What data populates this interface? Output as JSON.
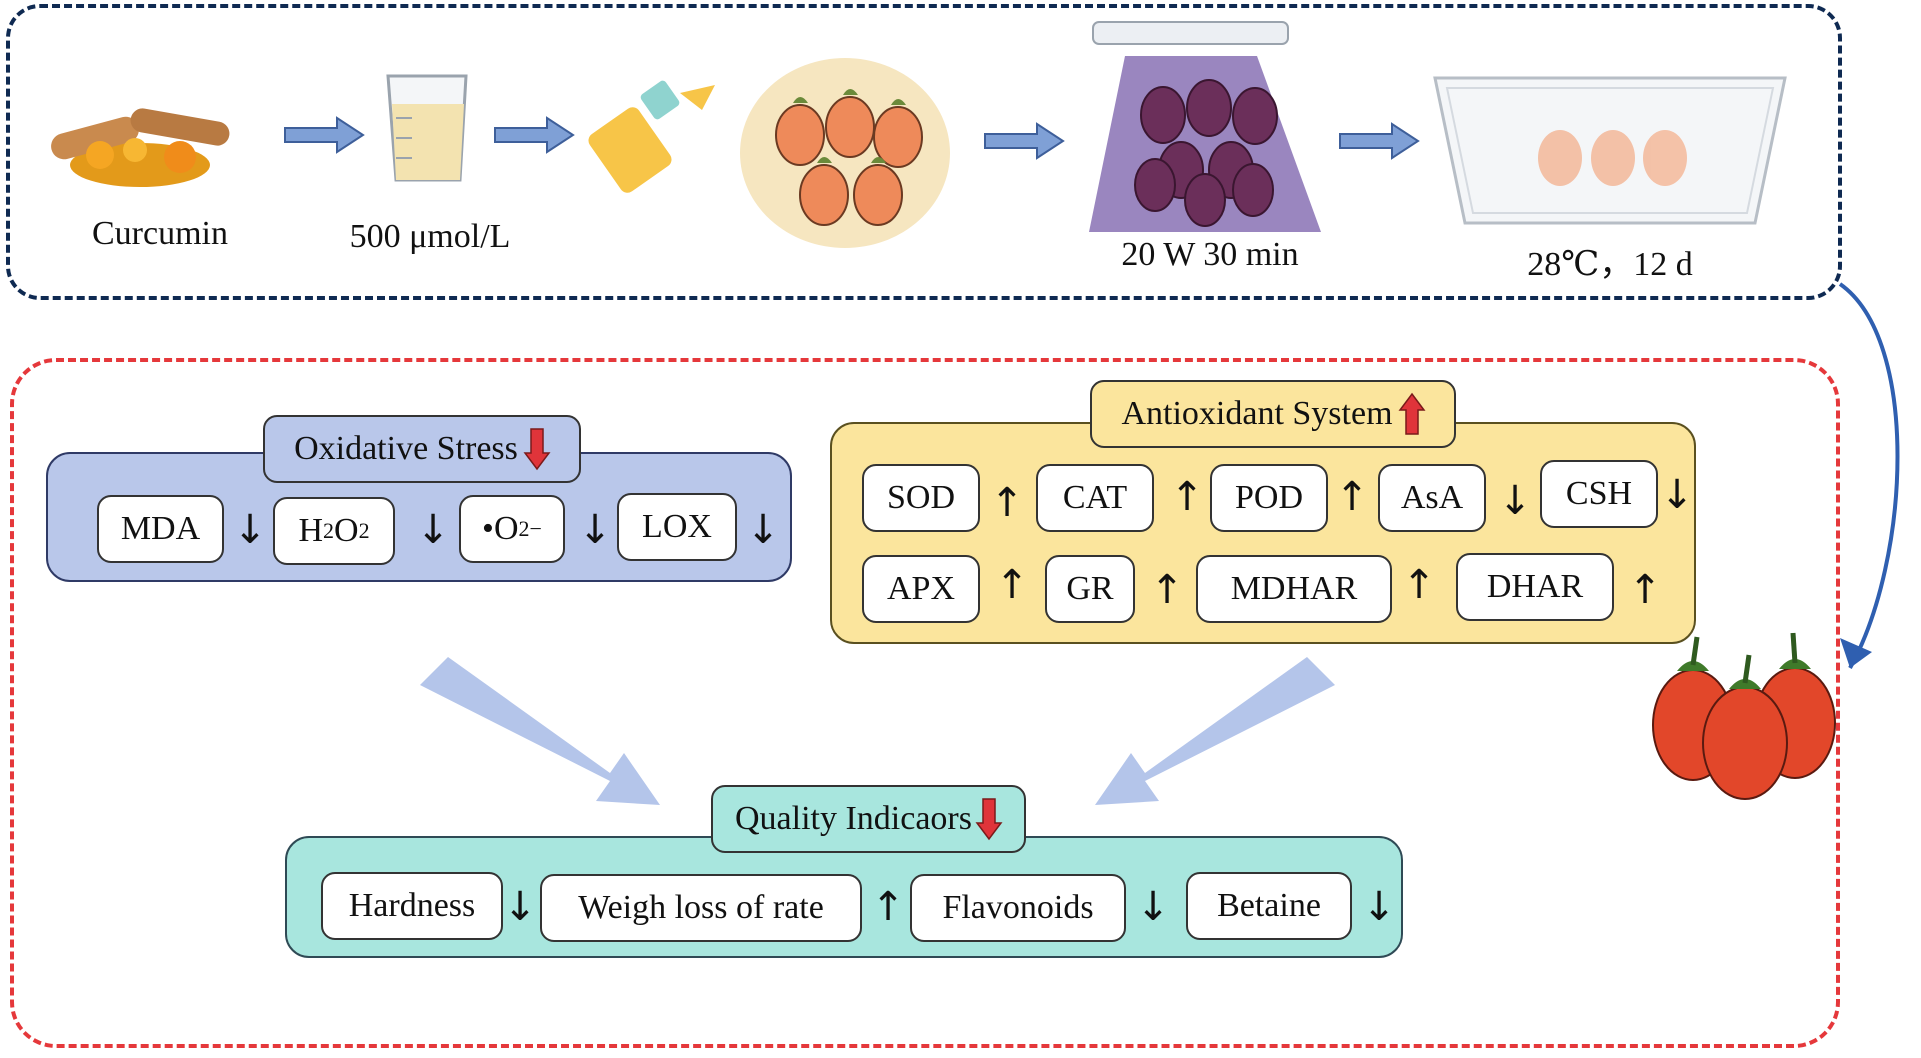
{
  "process": {
    "steps": [
      {
        "label": "Curcumin"
      },
      {
        "label": "500 μmol/L"
      },
      {
        "label": ""
      },
      {
        "label": "20 W 30 min"
      },
      {
        "label": "28℃，12 d"
      }
    ]
  },
  "oxidative_stress": {
    "title": "Oxidative Stress",
    "title_trend": "down",
    "items": [
      {
        "label": "MDA",
        "trend": "↓"
      },
      {
        "label_main": "H",
        "label_sub1": "2",
        "label_mid": "O",
        "label_sub2": "2",
        "trend": "↓"
      },
      {
        "label_main": "•O",
        "label_sub1": "2",
        "label_sup": "−",
        "trend": "↓"
      },
      {
        "label": "LOX",
        "trend": "↓"
      }
    ]
  },
  "antioxidant_system": {
    "title": "Antioxidant System",
    "title_trend": "up",
    "row1": [
      {
        "label": "SOD",
        "trend": "↑"
      },
      {
        "label": "CAT",
        "trend": "↑"
      },
      {
        "label": "POD",
        "trend": "↑"
      },
      {
        "label": "AsA",
        "trend": "↓"
      },
      {
        "label": "CSH",
        "trend": "↓"
      }
    ],
    "row2": [
      {
        "label": "APX",
        "trend": "↑"
      },
      {
        "label": "GR",
        "trend": "↑"
      },
      {
        "label": "MDHAR",
        "trend": "↑"
      },
      {
        "label": "DHAR",
        "trend": "↑"
      }
    ]
  },
  "quality_indicators": {
    "title": "Quality Indicaors",
    "title_trend": "down",
    "items": [
      {
        "label": "Hardness",
        "trend": "↓"
      },
      {
        "label": "Weigh loss of rate",
        "trend": "↑"
      },
      {
        "label": "Flavonoids",
        "trend": "↓"
      },
      {
        "label": "Betaine",
        "trend": "↓"
      }
    ]
  },
  "colors": {
    "top_border": "#0f2a52",
    "bottom_border": "#e5383b",
    "oxidative_bg": "#b9c7ea",
    "antioxidant_bg": "#fbe59d",
    "quality_bg": "#a8e6de",
    "flow_arrow": "#8faadc",
    "trend_red": "#e0343a"
  }
}
